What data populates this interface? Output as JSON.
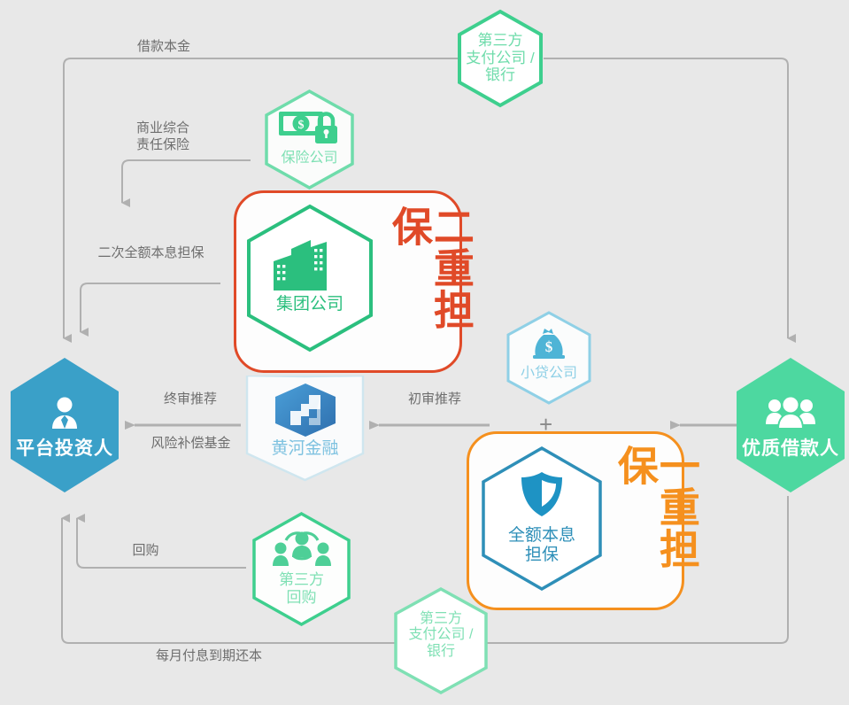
{
  "diagram": {
    "title": "二重担保 / 一重担保 业务流程图",
    "background": "#e8e8e8",
    "colors": {
      "green": "#3ecf8e",
      "green_soft": "#6fdcab",
      "green_text": "#7fe0b4",
      "blue": "#3aa0c8",
      "blue_dark": "#2e86ad",
      "blue_light": "#8fd0e6",
      "orange": "#f5901e",
      "red": "#e04a28",
      "line": "#b0b0b0",
      "label": "#6e6e6e"
    }
  },
  "nodes": {
    "third_party_pay_top": {
      "label": "第三方\n支付公司 /\n银行",
      "icon": "hexagon-outline",
      "color": "#3ecf8e"
    },
    "insurance": {
      "label": "保险公司",
      "icon": "banknote-lock-icon",
      "color": "#6fdcab"
    },
    "group_company": {
      "label": "集团公司",
      "icon": "buildings-icon",
      "color": "#2bbf7e"
    },
    "double_guarantee": {
      "label": "二重担保",
      "color": "#e04a28"
    },
    "platform_investor": {
      "label": "平台投资人",
      "icon": "investor-person-icon",
      "color": "#3aa0c8"
    },
    "huanghe_finance": {
      "label": "黄河金融",
      "icon": "huanghe-logo-icon",
      "color": "#3b87c4"
    },
    "microloan": {
      "label": "小贷公司",
      "icon": "money-bag-icon",
      "color": "#8fd0e6"
    },
    "quality_borrower": {
      "label": "优质借款人",
      "icon": "people-group-icon",
      "color": "#4dd8a0"
    },
    "full_guarantee": {
      "label": "全额本息\n担保",
      "icon": "shield-icon",
      "color": "#2e8fb8"
    },
    "single_guarantee": {
      "label": "一重担保",
      "color": "#f5901e"
    },
    "third_party_repurchase": {
      "label": "第三方\n回购",
      "icon": "repurchase-people-icon",
      "color": "#7fe0b4"
    },
    "third_party_pay_bottom": {
      "label": "第三方\n支付公司 /\n银行",
      "icon": "hexagon-outline",
      "color": "#7fe0b4"
    }
  },
  "edges": {
    "loan_principal": "借款本金",
    "commercial_liability_insurance": "商业综合\n责任保险",
    "secondary_full_guarantee": "二次全额本息担保",
    "final_review_recommend": "终审推荐",
    "risk_compensation_fund": "风险补偿基金",
    "initial_review_recommend": "初审推荐",
    "repurchase": "回购",
    "monthly_interest_principal": "每月付息到期还本",
    "plus": "+"
  }
}
